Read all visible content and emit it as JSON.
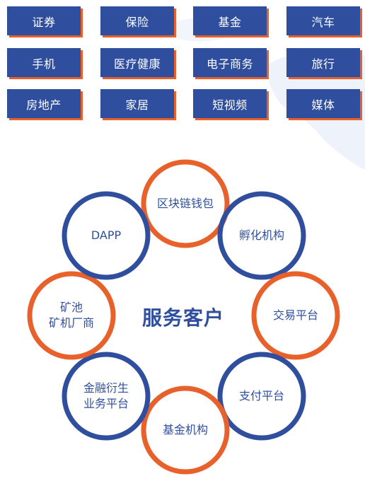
{
  "categories": [
    "证券",
    "保险",
    "基金",
    "汽车",
    "手机",
    "医疗健康",
    "电子商务",
    "旅行",
    "房地产",
    "家居",
    "短视频",
    "媒体"
  ],
  "diagram": {
    "center": "服务客户",
    "nodes": [
      {
        "lines": [
          "区块链钱包"
        ]
      },
      {
        "lines": [
          "孵化机构"
        ]
      },
      {
        "lines": [
          "交易平台"
        ]
      },
      {
        "lines": [
          "支付平台"
        ]
      },
      {
        "lines": [
          "基金机构"
        ]
      },
      {
        "lines": [
          "金融衍生",
          "业务平台"
        ]
      },
      {
        "lines": [
          "矿池",
          "矿机厂商"
        ]
      },
      {
        "lines": [
          "DAPP"
        ]
      }
    ]
  },
  "colors": {
    "blue": "#2f4f9e",
    "orange": "#e8602a"
  }
}
